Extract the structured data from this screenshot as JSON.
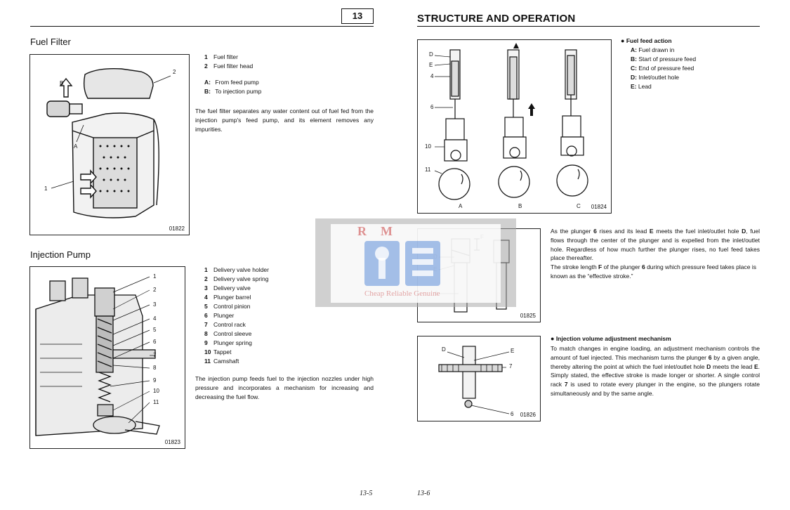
{
  "left_page": {
    "chapter_number": "13",
    "fuel_filter": {
      "title": "Fuel Filter",
      "figure_code": "01822",
      "callouts": {
        "b": "B",
        "a": "A",
        "one": "1",
        "two": "2"
      },
      "legend": [
        {
          "num": "1",
          "text": "Fuel filter"
        },
        {
          "num": "2",
          "text": "Fuel filter head"
        }
      ],
      "flow": [
        {
          "key": "A:",
          "text": "From feed pump"
        },
        {
          "key": "B:",
          "text": "To injection pump"
        }
      ],
      "description": "The fuel filter separates any water content out of fuel fed from the injection pump's feed pump, and its element removes any impurities."
    },
    "injection_pump": {
      "title": "Injection Pump",
      "figure_code": "01823",
      "callouts": [
        "1",
        "2",
        "3",
        "4",
        "5",
        "6",
        "7",
        "8",
        "9",
        "10",
        "11"
      ],
      "legend": [
        {
          "num": "1",
          "text": "Delivery valve holder"
        },
        {
          "num": "2",
          "text": "Delivery valve spring"
        },
        {
          "num": "3",
          "text": "Delivery valve"
        },
        {
          "num": "4",
          "text": "Plunger barrel"
        },
        {
          "num": "5",
          "text": "Control pinion"
        },
        {
          "num": "6",
          "text": "Plunger"
        },
        {
          "num": "7",
          "text": "Control rack"
        },
        {
          "num": "8",
          "text": "Control sleeve"
        },
        {
          "num": "9",
          "text": "Plunger spring"
        },
        {
          "num": "10",
          "text": "Tappet"
        },
        {
          "num": "11",
          "text": "Camshaft"
        }
      ],
      "description": "The injection pump feeds fuel to the injection nozzles under high pressure and incorporates a mechanism for increasing and decreasing the fuel flow."
    },
    "page_number": "13-5"
  },
  "right_page": {
    "title": "STRUCTURE AND OPERATION",
    "fig1": {
      "figure_code": "01824",
      "callouts": {
        "d": "D",
        "e": "E",
        "four": "4",
        "six": "6",
        "ten": "10",
        "eleven": "11"
      },
      "column_labels": [
        "A",
        "B",
        "C"
      ]
    },
    "fuel_feed": {
      "title": "Fuel feed action",
      "items": [
        {
          "key": "A:",
          "text": "Fuel drawn in"
        },
        {
          "key": "B:",
          "text": "Start of pressure feed"
        },
        {
          "key": "C:",
          "text": "End of pressure feed"
        },
        {
          "key": "D:",
          "text": "Inlet/outlet hole"
        },
        {
          "key": "E:",
          "text": "Lead"
        }
      ]
    },
    "fig2": {
      "figure_code": "01825",
      "callouts": {
        "f": "F",
        "d": "D",
        "e": "E",
        "six": "6"
      }
    },
    "effective_stroke": {
      "p1_a": "As the plunger ",
      "p1_b": "6",
      "p1_c": " rises and its lead ",
      "p1_d": "E",
      "p1_e": " meets the fuel inlet/outlet hole ",
      "p1_f": "D",
      "p1_g": ", fuel flows through the center of the plunger and is expelled from the inlet/outlet hole.  Regardless of how much further the plunger rises, no fuel feed takes place thereafter.",
      "p2_a": "The stroke length ",
      "p2_b": "F",
      "p2_c": " of the plunger ",
      "p2_d": "6",
      "p2_e": " during which pressure feed takes place is known as the “effective stroke.”"
    },
    "fig3": {
      "figure_code": "01826",
      "callouts": {
        "d": "D",
        "e": "E",
        "seven": "7",
        "six": "6"
      }
    },
    "volume_adjust": {
      "title": "Injection volume adjustment mechanism",
      "t1": "To match changes in engine loading, an adjustment mechanism controls the amount of fuel injected.  This mechanism turns the plunger ",
      "t2": "6",
      "t3": " by a given angle, thereby altering the point at which the fuel inlet/outlet hole ",
      "t4": "D",
      "t5": " meets the lead ",
      "t6": "E",
      "t7": ".  Simply stated, the effective stroke is made longer or shorter.  A single control rack ",
      "t8": "7",
      "t9": " is used to rotate every plunger in the engine, so the plungers rotate simultaneously and by the same angle."
    },
    "page_number": "13-6"
  },
  "watermark": {
    "logo_text": "RM",
    "tagline": "Cheap Reliable Genuine"
  }
}
